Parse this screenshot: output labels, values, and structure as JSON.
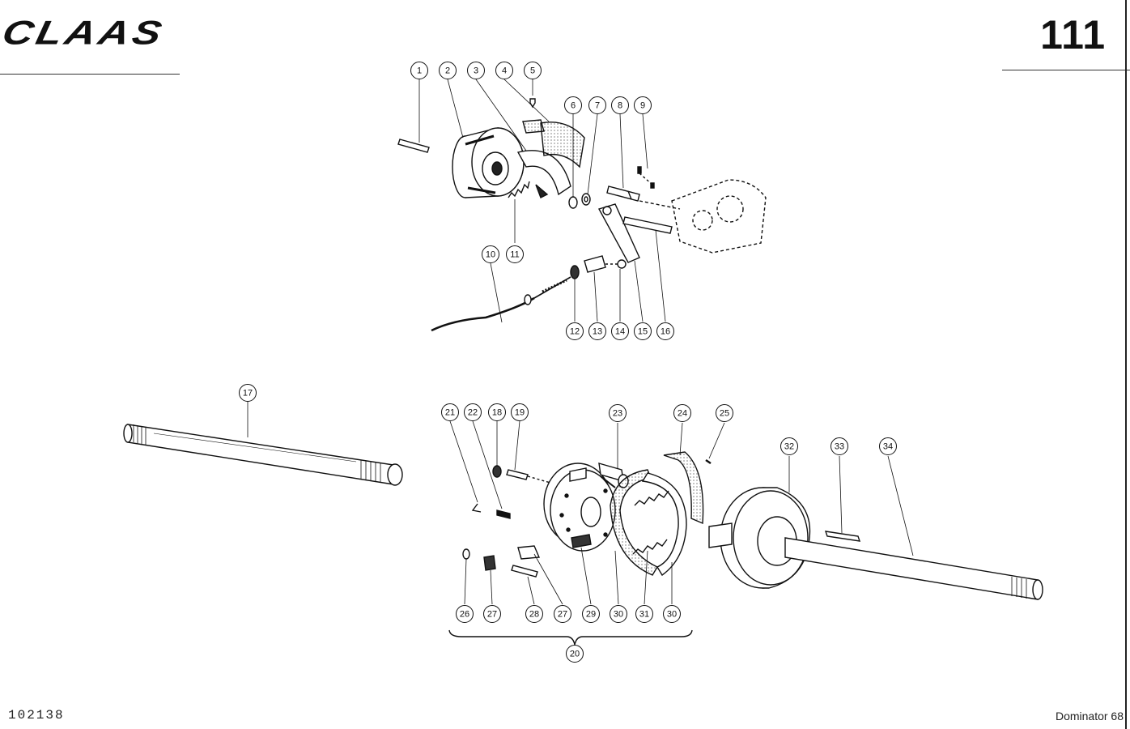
{
  "header": {
    "brand": "CLAAS",
    "page_number": "111"
  },
  "footer": {
    "drawing_number": "102138",
    "model": "Dominator 68"
  },
  "callouts": [
    {
      "id": "c1",
      "label": "1"
    },
    {
      "id": "c2",
      "label": "2"
    },
    {
      "id": "c3",
      "label": "3"
    },
    {
      "id": "c4",
      "label": "4"
    },
    {
      "id": "c5",
      "label": "5"
    },
    {
      "id": "c6",
      "label": "6"
    },
    {
      "id": "c7",
      "label": "7"
    },
    {
      "id": "c8",
      "label": "8"
    },
    {
      "id": "c9",
      "label": "9"
    },
    {
      "id": "c10",
      "label": "10"
    },
    {
      "id": "c11",
      "label": "11"
    },
    {
      "id": "c12",
      "label": "12"
    },
    {
      "id": "c13",
      "label": "13"
    },
    {
      "id": "c14",
      "label": "14"
    },
    {
      "id": "c15",
      "label": "15"
    },
    {
      "id": "c16",
      "label": "16"
    },
    {
      "id": "c17",
      "label": "17"
    },
    {
      "id": "c21",
      "label": "21"
    },
    {
      "id": "c22",
      "label": "22"
    },
    {
      "id": "c18",
      "label": "18"
    },
    {
      "id": "c19",
      "label": "19"
    },
    {
      "id": "c23",
      "label": "23"
    },
    {
      "id": "c24",
      "label": "24"
    },
    {
      "id": "c25",
      "label": "25"
    },
    {
      "id": "c32",
      "label": "32"
    },
    {
      "id": "c33",
      "label": "33"
    },
    {
      "id": "c34",
      "label": "34"
    },
    {
      "id": "c26",
      "label": "26"
    },
    {
      "id": "c27a",
      "label": "27"
    },
    {
      "id": "c28",
      "label": "28"
    },
    {
      "id": "c27b",
      "label": "27"
    },
    {
      "id": "c29",
      "label": "29"
    },
    {
      "id": "c30a",
      "label": "30"
    },
    {
      "id": "c31",
      "label": "31"
    },
    {
      "id": "c30b",
      "label": "30"
    },
    {
      "id": "c20",
      "label": "20"
    }
  ]
}
